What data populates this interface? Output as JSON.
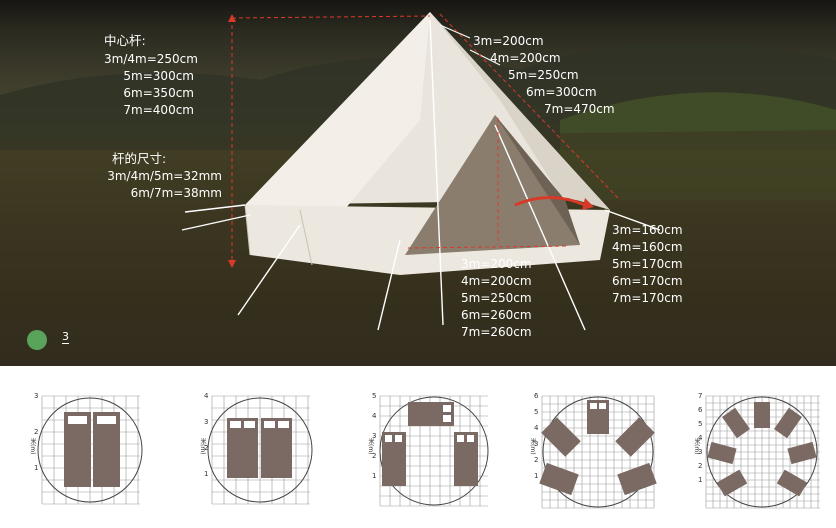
{
  "hero": {
    "center_pole_title": "中心杆:",
    "center_pole_sizes": [
      "3m/4m=250cm",
      "5m=300cm",
      "6m=350cm",
      "7m=400cm"
    ],
    "pole_size_title": "杆的尺寸:",
    "pole_diameters": [
      "3m/4m/5m=32mm",
      "6m/7m=38mm"
    ],
    "top_radius": [
      "3m=200cm",
      "4m=200cm",
      "5m=250cm",
      "6m=300cm",
      "7m=470cm"
    ],
    "wall_height": [
      "3m=160cm",
      "4m=160cm",
      "5m=170cm",
      "6m=170cm",
      "7m=170cm"
    ],
    "door_height": [
      "3m=200cm",
      "4m=200cm",
      "5m=250cm",
      "6m=260cm",
      "7m=260cm"
    ],
    "page_number": "3"
  },
  "plans": [
    {
      "ticks": [
        "3",
        "2",
        "1"
      ],
      "unit": "米(m)"
    },
    {
      "ticks": [
        "4",
        "3",
        "2",
        "1"
      ],
      "unit": "米(m)"
    },
    {
      "ticks": [
        "5",
        "4",
        "3",
        "2",
        "1"
      ],
      "unit": "米(m)"
    },
    {
      "ticks": [
        "6",
        "5",
        "4",
        "3",
        "2",
        "1"
      ],
      "unit": "米(m)"
    },
    {
      "ticks": [
        "7",
        "6",
        "5",
        "4",
        "3",
        "2",
        "1"
      ],
      "unit": "米(m)"
    }
  ],
  "colors": {
    "bed": "#7b6a63",
    "grid": "#9a9a9a",
    "accent": "#d83a2a",
    "tent": "#efebe4"
  }
}
